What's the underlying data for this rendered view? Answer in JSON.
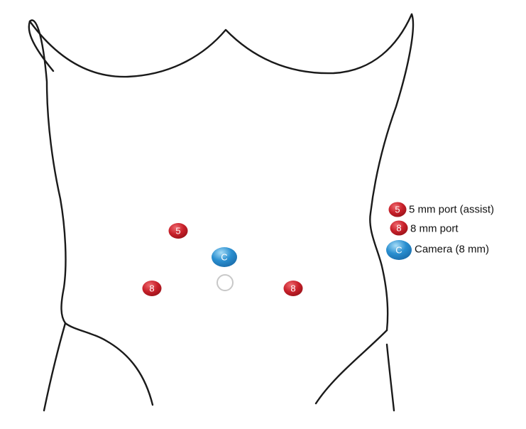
{
  "ports": [
    {
      "id": "assist-5mm",
      "label": "5",
      "kind": "assist"
    },
    {
      "id": "left-8mm",
      "label": "8",
      "kind": "robotic"
    },
    {
      "id": "camera",
      "label": "C",
      "kind": "camera"
    },
    {
      "id": "right-8mm",
      "label": "8",
      "kind": "robotic"
    }
  ],
  "umbilicus": {
    "icon": "umbilicus-circle-icon"
  },
  "legend": {
    "items": [
      {
        "badge": "5",
        "text": "5 mm port (assist)",
        "kind": "assist"
      },
      {
        "badge": "8",
        "text": "8 mm port",
        "kind": "robotic"
      },
      {
        "badge": "C",
        "text": "Camera (8 mm)",
        "kind": "camera"
      }
    ]
  },
  "colors": {
    "red_port": "#c8202a",
    "red_port_highlight": "#ef6a6f",
    "blue_camera": "#2a8fd0",
    "blue_camera_highlight": "#8fd0f5",
    "outline": "#1a1a1a",
    "umbilicus": "#c8c8c8"
  }
}
